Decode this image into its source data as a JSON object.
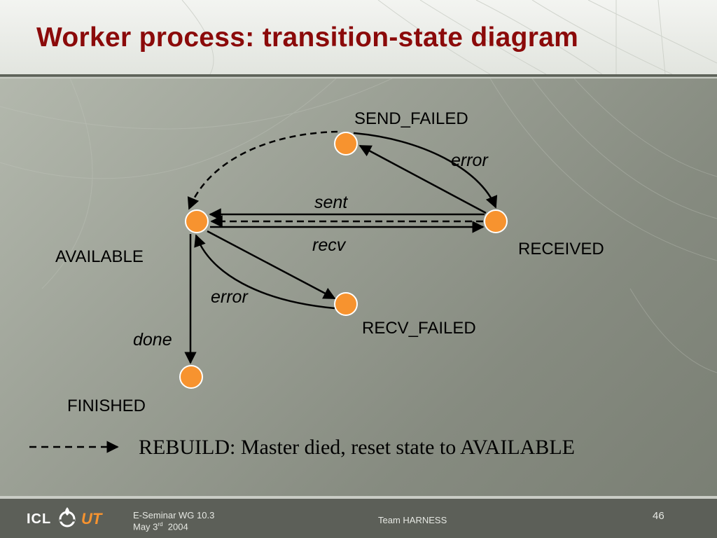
{
  "slide": {
    "title": "Worker process: transition-state diagram"
  },
  "states": {
    "send_failed": "SEND_FAILED",
    "available": "AVAILABLE",
    "received": "RECEIVED",
    "recv_failed": "RECV_FAILED",
    "finished": "FINISHED"
  },
  "transitions": {
    "error_top": "error",
    "sent": "sent",
    "recv": "recv",
    "error_bottom": "error",
    "done": "done"
  },
  "legend": {
    "text": "REBUILD: Master died, reset state to AVAILABLE"
  },
  "footer": {
    "logo_left": "ICL",
    "logo_right": "UT",
    "seminar": "E-Seminar WG 10.3",
    "date_prefix": "May 3",
    "date_sup": "rd",
    "date_year": "2004",
    "team": "Team HARNESS",
    "page_number": "46"
  },
  "colors": {
    "title": "#8b0a0a",
    "node_fill": "#f7932f",
    "node_stroke": "#ffffff",
    "footer_bg": "#5c5f58"
  }
}
